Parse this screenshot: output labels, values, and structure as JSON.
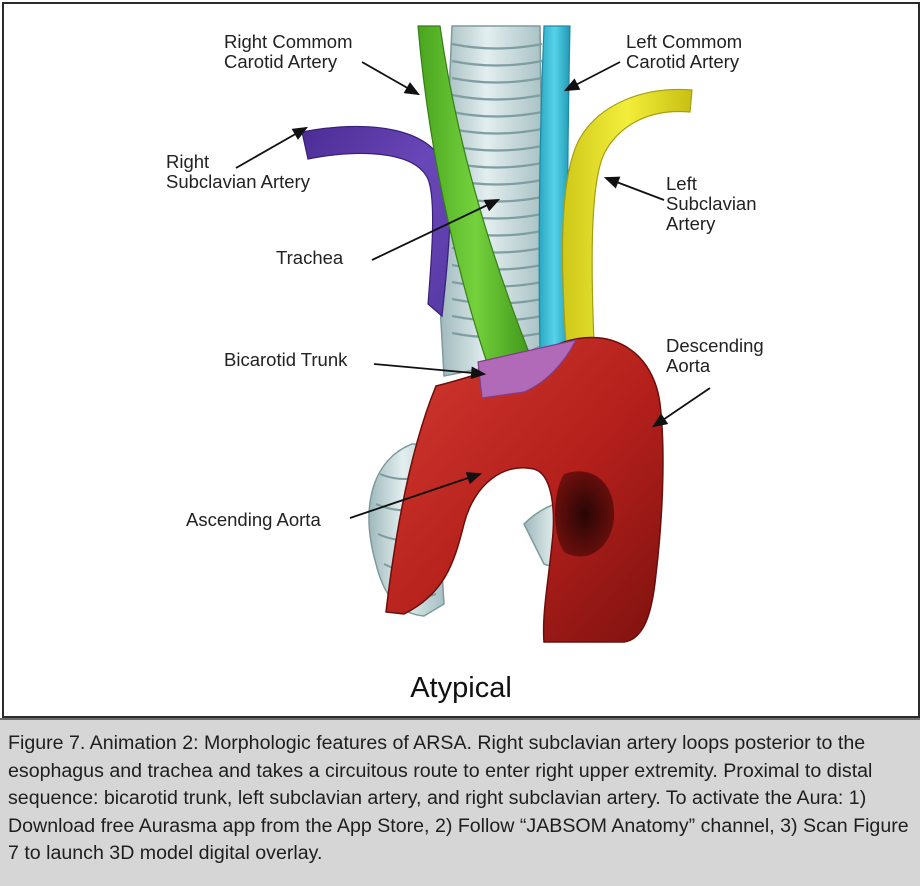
{
  "figure": {
    "labels": {
      "right_common_carotid": "Right Commom\nCarotid Artery",
      "left_common_carotid": "Left Commom\nCarotid Artery",
      "right_subclavian": "Right\nSubclavian Artery",
      "left_subclavian": "Left\nSubclavian\nArtery",
      "trachea": "Trachea",
      "bicarotid_trunk": "Bicarotid Trunk",
      "descending_aorta": "Descending\nAorta",
      "ascending_aorta": "Ascending Aorta"
    },
    "title": "Atypical",
    "colors": {
      "aorta": "#b5201c",
      "right_common_carotid": "#5fbd2c",
      "left_common_carotid": "#33bcd6",
      "left_subclavian": "#e6e023",
      "right_subclavian": "#5b3aa6",
      "bicarotid_trunk": "#b06ab8",
      "trachea": "#c4d8da"
    }
  },
  "caption": "Figure 7. Animation 2: Morphologic features of ARSA. Right subclavian artery loops posterior to the esophagus and trachea and takes a circuitous route to enter right upper extremity. Proximal to distal sequence: bicarotid trunk, left subclavian artery, and right subclavian artery. To activate the Aura: 1) Download free Aurasma app from the App Store, 2) Follow “JABSOM Anatomy” channel, 3) Scan Figure 7 to launch 3D model digital overlay."
}
